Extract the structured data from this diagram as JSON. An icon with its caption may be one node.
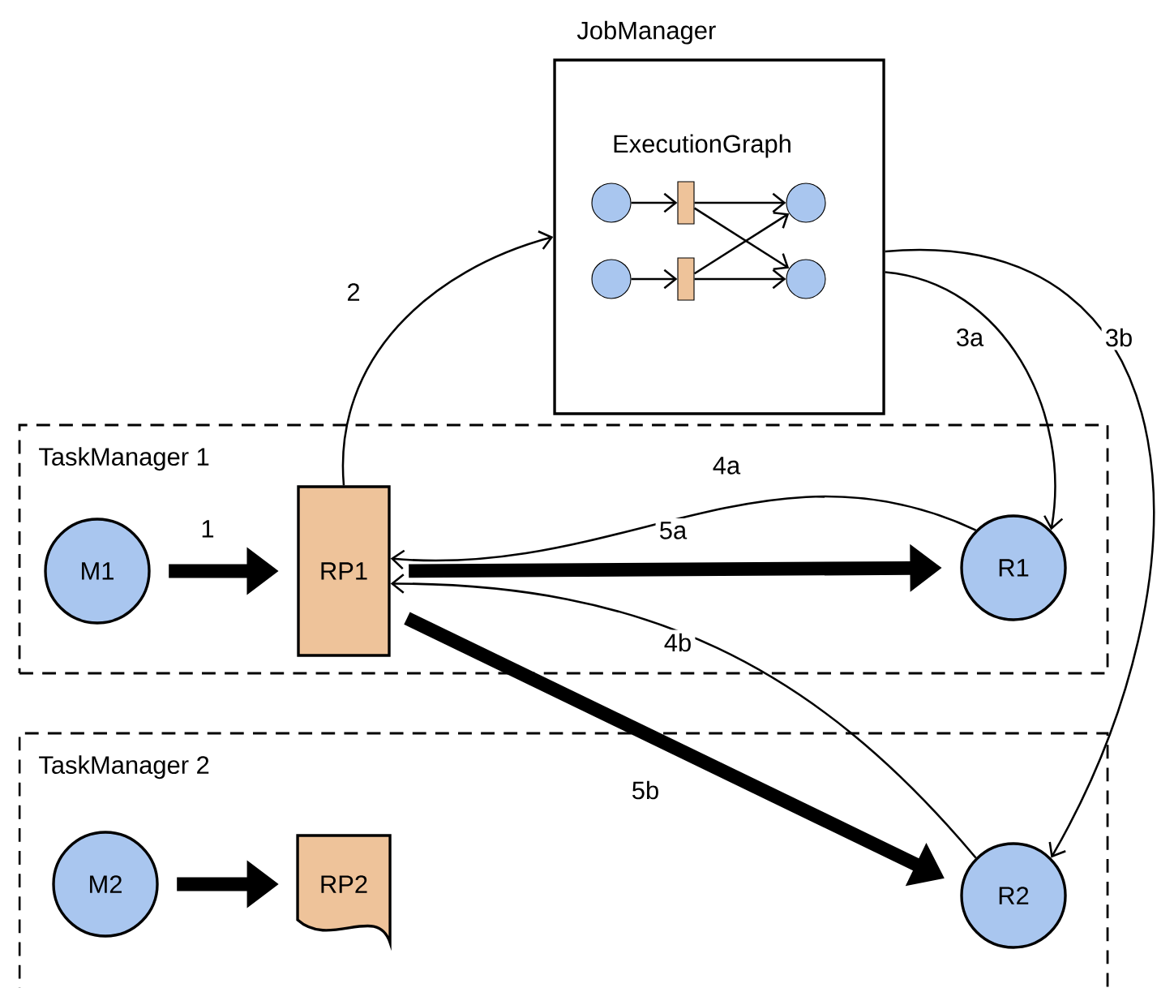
{
  "diagram": {
    "nodes": [
      {
        "text": [
          "JobManager",
          "ExecutionGraph"
        ]
      },
      {
        "text": [],
        "shape": "circle",
        "in": 0
      },
      {
        "text": [],
        "shape": "circle",
        "in": 0
      },
      {
        "text": [],
        "shape": "bar",
        "in": 0
      },
      {
        "text": [],
        "shape": "bar",
        "in": 0
      },
      {
        "text": [],
        "shape": "circle",
        "in": 0
      },
      {
        "text": [],
        "shape": "circle",
        "in": 0
      },
      {
        "text": [
          "TaskManager 1"
        ]
      },
      {
        "text": [
          "M1"
        ],
        "in": 7
      },
      {
        "text": [
          "RP1"
        ],
        "in": 7
      },
      {
        "text": [
          "R1"
        ],
        "in": 7
      },
      {
        "text": [
          "TaskManager 2"
        ]
      },
      {
        "text": [
          "M2"
        ],
        "in": 11
      },
      {
        "text": [
          "RP2"
        ],
        "in": 11
      },
      {
        "text": [
          "R2"
        ],
        "in": 11
      }
    ],
    "edges": [
      {
        "from": 1,
        "to": 3,
        "arrow": "to"
      },
      {
        "from": 2,
        "to": 4,
        "arrow": "to"
      },
      {
        "from": 3,
        "to": 5,
        "arrow": "to"
      },
      {
        "from": 3,
        "to": 6,
        "arrow": "to"
      },
      {
        "from": 4,
        "to": 5,
        "arrow": "to"
      },
      {
        "from": 4,
        "to": 6,
        "arrow": "to"
      },
      {
        "from": 8,
        "to": 9,
        "arrow": "to",
        "label": "1",
        "style": "thick"
      },
      {
        "from": 9,
        "to": 0,
        "arrow": "to",
        "label": "2"
      },
      {
        "from": 0,
        "to": 10,
        "arrow": "to",
        "label": "3a"
      },
      {
        "from": 0,
        "to": 14,
        "arrow": "to",
        "label": "3b"
      },
      {
        "from": 10,
        "to": 9,
        "arrow": "to",
        "label": "4a"
      },
      {
        "from": 14,
        "to": 9,
        "arrow": "to",
        "label": "4b"
      },
      {
        "from": 9,
        "to": 10,
        "arrow": "to",
        "label": "5a",
        "style": "thick"
      },
      {
        "from": 9,
        "to": 14,
        "arrow": "to",
        "label": "5b",
        "style": "thick"
      },
      {
        "from": 12,
        "to": 13,
        "arrow": "to",
        "style": "thick"
      }
    ]
  }
}
